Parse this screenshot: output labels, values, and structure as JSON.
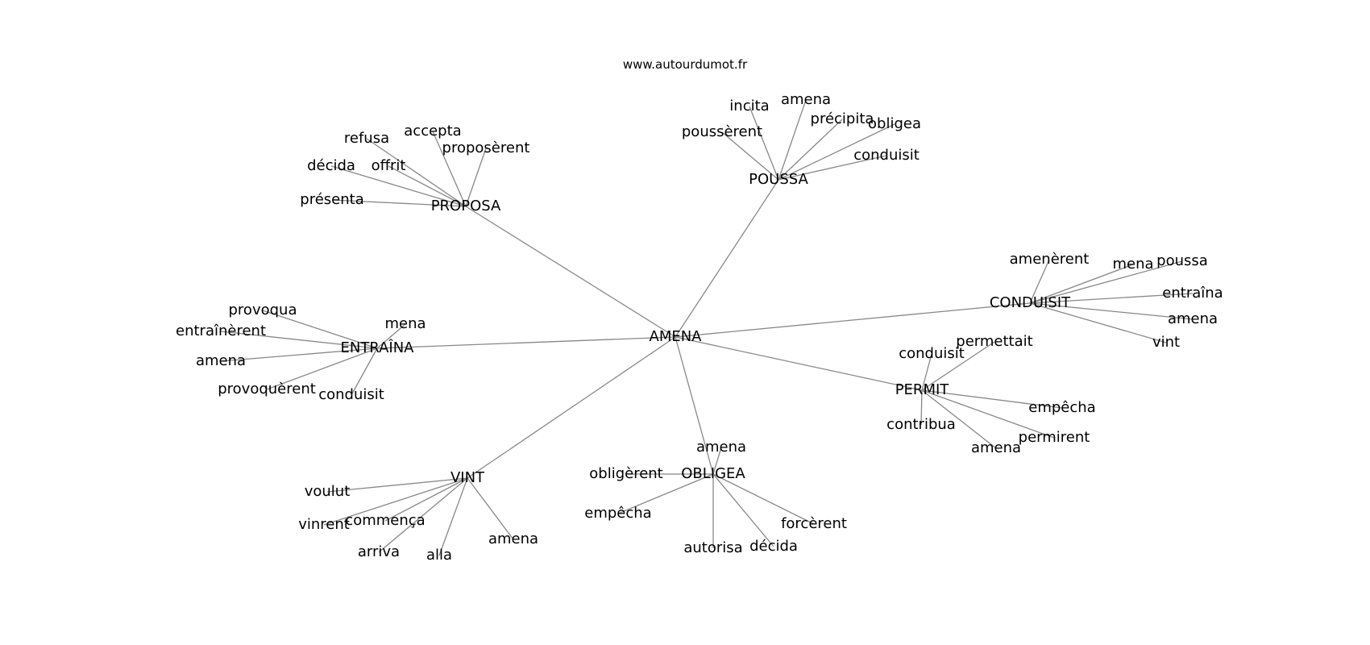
{
  "site": "www.autourdumot.fr",
  "graph": {
    "center": "AMENA",
    "edge_color": "#888888",
    "clusters": [
      {
        "hub": "PROPOSA",
        "words": [
          "refusa",
          "accepta",
          "proposèrent",
          "décida",
          "offrit",
          "présenta"
        ]
      },
      {
        "hub": "POUSSA",
        "words": [
          "incita",
          "amena",
          "précipita",
          "obligea",
          "poussèrent",
          "conduisit"
        ]
      },
      {
        "hub": "CONDUISIT",
        "words": [
          "amenèrent",
          "mena",
          "poussa",
          "entraîna",
          "amena",
          "vint"
        ]
      },
      {
        "hub": "ENTRAÎNA",
        "words": [
          "provoqua",
          "mena",
          "entraînèrent",
          "amena",
          "provoquèrent",
          "conduisit"
        ]
      },
      {
        "hub": "PERMIT",
        "words": [
          "permettait",
          "conduisit",
          "empêcha",
          "contribua",
          "permirent",
          "amena"
        ]
      },
      {
        "hub": "VINT",
        "words": [
          "voulut",
          "vinrent",
          "commença",
          "arriva",
          "alla",
          "amena"
        ]
      },
      {
        "hub": "OBLIGEA",
        "words": [
          "amena",
          "obligèrent",
          "empêcha",
          "forcèrent",
          "autorisa",
          "décida"
        ]
      }
    ]
  }
}
